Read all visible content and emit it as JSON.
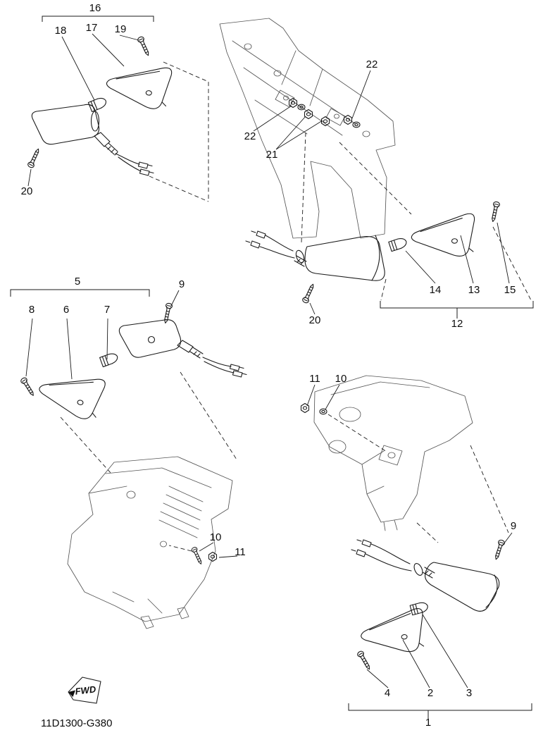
{
  "drawing": {
    "fwd_label": "FWD",
    "part_code": "11D1300-G380"
  },
  "callouts": [
    {
      "label": "16"
    },
    {
      "label": "18"
    },
    {
      "label": "17"
    },
    {
      "label": "19"
    },
    {
      "label": "20"
    },
    {
      "label": "22"
    },
    {
      "label": "22"
    },
    {
      "label": "21"
    },
    {
      "label": "14"
    },
    {
      "label": "13"
    },
    {
      "label": "15"
    },
    {
      "label": "12"
    },
    {
      "label": "20"
    },
    {
      "label": "5"
    },
    {
      "label": "9"
    },
    {
      "label": "8"
    },
    {
      "label": "6"
    },
    {
      "label": "7"
    },
    {
      "label": "11"
    },
    {
      "label": "10"
    },
    {
      "label": "10"
    },
    {
      "label": "11"
    },
    {
      "label": "9"
    },
    {
      "label": "4"
    },
    {
      "label": "2"
    },
    {
      "label": "3"
    },
    {
      "label": "1"
    }
  ]
}
